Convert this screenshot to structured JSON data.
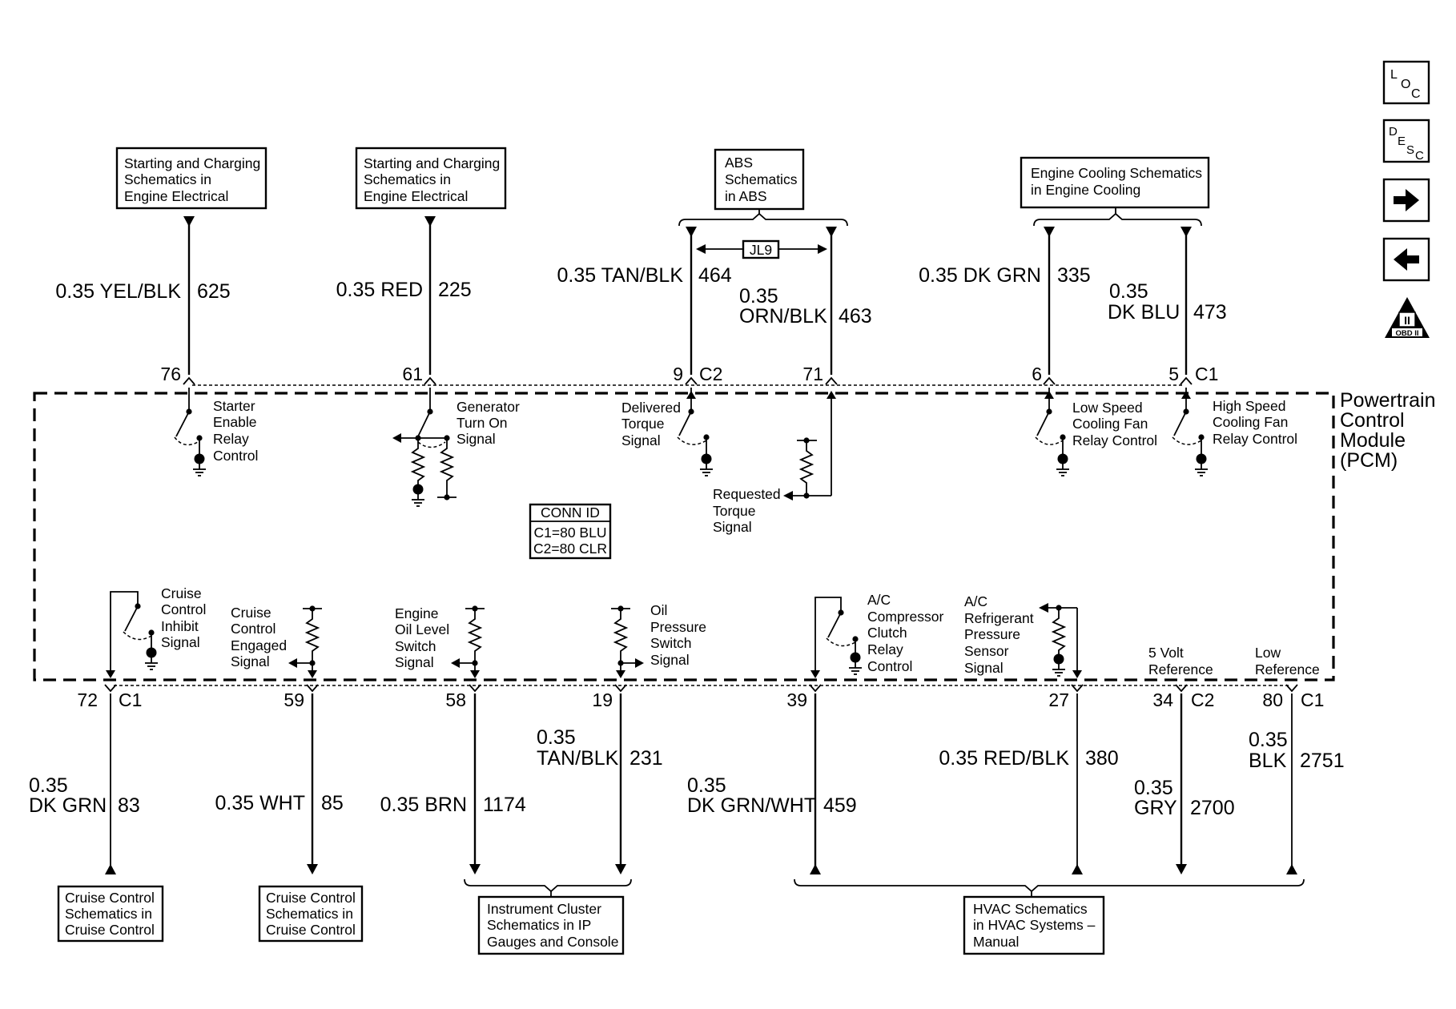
{
  "module": {
    "label_lines": [
      "Powertrain",
      "Control",
      "Module",
      "(PCM)"
    ]
  },
  "conn_id": {
    "title": "CONN ID",
    "lines": [
      "C1=80 BLU",
      "C2=80 CLR"
    ]
  },
  "nav": {
    "loc": {
      "main": "L",
      "sub1": "O",
      "sub2": "C"
    },
    "desc": {
      "main": "D",
      "sub1": "E",
      "sub2": "S",
      "sub3": "C"
    },
    "forward_icon": "right-arrow",
    "back_icon": "left-arrow",
    "obd_label": "OBD II",
    "obd_numeral": "II"
  },
  "ref_boxes": {
    "starting1": [
      "Starting and Charging",
      "Schematics in",
      "Engine Electrical"
    ],
    "starting2": [
      "Starting and Charging",
      "Schematics in",
      "Engine Electrical"
    ],
    "abs": [
      "ABS",
      "Schematics",
      "in ABS"
    ],
    "engine_cooling": [
      "Engine Cooling Schematics",
      "in Engine Cooling"
    ],
    "cruise1": [
      "Cruise Control",
      "Schematics in",
      "Cruise Control"
    ],
    "cruise2": [
      "Cruise Control",
      "Schematics in",
      "Cruise Control"
    ],
    "instrument": [
      "Instrument Cluster",
      "Schematics in IP",
      "Gauges and Console"
    ],
    "hvac": [
      "HVAC Schematics",
      "in HVAC Systems –",
      "Manual"
    ]
  },
  "splice": "JL9",
  "top_circuits": [
    {
      "pin": "76",
      "wire": [
        "0.35 YEL/BLK"
      ],
      "circuit": "625",
      "signal": [
        "Starter",
        "Enable",
        "Relay",
        "Control"
      ]
    },
    {
      "pin": "61",
      "wire": [
        "0.35 RED"
      ],
      "circuit": "225",
      "signal": [
        "Generator",
        "Turn On",
        "Signal"
      ]
    },
    {
      "pin": "9",
      "connector": "C2",
      "wire": [
        "0.35 TAN/BLK"
      ],
      "circuit": "464",
      "signal": [
        "Delivered",
        "Torque",
        "Signal"
      ]
    },
    {
      "pin": "71",
      "wire": [
        "0.35",
        "ORN/BLK"
      ],
      "circuit": "463",
      "signal": [
        "Requested",
        "Torque",
        "Signal"
      ]
    },
    {
      "pin": "6",
      "wire": [
        "0.35 DK GRN"
      ],
      "circuit": "335",
      "signal": [
        "Low Speed",
        "Cooling Fan",
        "Relay Control"
      ]
    },
    {
      "pin": "5",
      "connector": "C1",
      "wire": [
        "0.35",
        "DK BLU"
      ],
      "circuit": "473",
      "signal": [
        "High Speed",
        "Cooling Fan",
        "Relay Control"
      ]
    }
  ],
  "bottom_circuits": [
    {
      "pin": "72",
      "connector": "C1",
      "wire": [
        "0.35",
        "DK GRN"
      ],
      "circuit": "83",
      "signal": [
        "Cruise",
        "Control",
        "Inhibit",
        "Signal"
      ]
    },
    {
      "pin": "59",
      "wire": [
        "0.35 WHT"
      ],
      "circuit": "85",
      "signal": [
        "Cruise",
        "Control",
        "Engaged",
        "Signal"
      ]
    },
    {
      "pin": "58",
      "wire": [
        "0.35 BRN"
      ],
      "circuit": "1174",
      "signal": [
        "Engine",
        "Oil Level",
        "Switch",
        "Signal"
      ]
    },
    {
      "pin": "19",
      "wire": [
        "0.35",
        "TAN/BLK"
      ],
      "circuit": "231",
      "signal": [
        "Oil",
        "Pressure",
        "Switch",
        "Signal"
      ]
    },
    {
      "pin": "39",
      "wire": [
        "0.35",
        "DK GRN/WHT"
      ],
      "circuit": "459",
      "signal": [
        "A/C",
        "Compressor",
        "Clutch",
        "Relay",
        "Control"
      ]
    },
    {
      "pin": "27",
      "wire": [
        "0.35 RED/BLK"
      ],
      "circuit": "380",
      "signal": [
        "A/C",
        "Refrigerant",
        "Pressure",
        "Sensor",
        "Signal"
      ]
    },
    {
      "pin": "34",
      "connector": "C2",
      "wire": [
        "0.35",
        "GRY"
      ],
      "circuit": "2700",
      "signal": [
        "5 Volt",
        "Reference"
      ]
    },
    {
      "pin": "80",
      "connector": "C1",
      "wire": [
        "0.35",
        "BLK"
      ],
      "circuit": "2751",
      "signal": [
        "Low",
        "Reference"
      ]
    }
  ]
}
